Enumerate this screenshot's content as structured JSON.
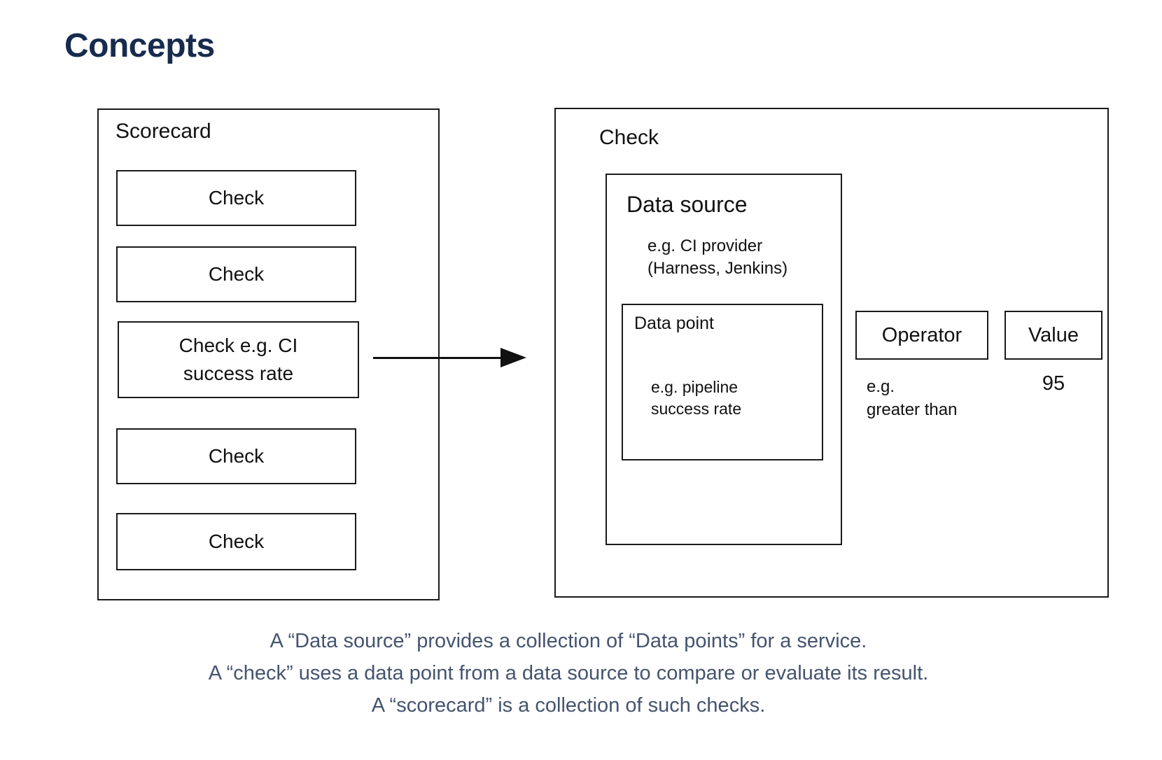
{
  "page": {
    "title": "Concepts"
  },
  "colors": {
    "heading": "#172B4D",
    "caption_text": "#44546F",
    "diagram_stroke": "#1A1A1A",
    "background": "#FFFFFF"
  },
  "diagram": {
    "scorecard": {
      "label": "Scorecard",
      "checks": [
        {
          "label": "Check"
        },
        {
          "label": "Check"
        },
        {
          "line1": "Check e.g. CI",
          "line2": "success rate"
        },
        {
          "label": "Check"
        },
        {
          "label": "Check"
        }
      ]
    },
    "check": {
      "label": "Check",
      "data_source": {
        "label": "Data source",
        "example": {
          "line1": "e.g. CI provider",
          "line2": "(Harness, Jenkins)"
        },
        "data_point": {
          "label": "Data point",
          "example": {
            "line1": "e.g. pipeline",
            "line2": "success rate"
          }
        }
      },
      "operator": {
        "label": "Operator",
        "example": {
          "line1": "e.g.",
          "line2": "greater than"
        }
      },
      "value": {
        "label": "Value",
        "example": "95"
      }
    }
  },
  "caption": {
    "lines": [
      "A “Data source” provides a collection of “Data points” for a service.",
      "A “check” uses a data point from a data source to compare or evaluate its result.",
      "A “scorecard” is a collection of such checks."
    ]
  }
}
